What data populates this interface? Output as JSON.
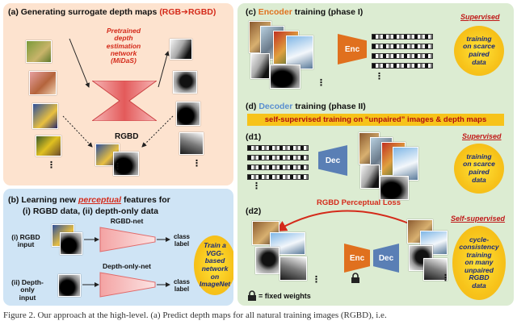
{
  "panel_a": {
    "label": "(a)",
    "title": "Generating surrogate depth maps",
    "title_tag": "(RGB",
    "title_tag2": "RGBD)",
    "arrow_glyph": "➔",
    "model_lines": [
      "Pretrained",
      "depth",
      "estimation",
      "network"
    ],
    "model_name": "(MiDaS)",
    "rgbd_label": "RGBD",
    "dots": "⋮"
  },
  "panel_b": {
    "label": "(b)",
    "title_prefix": "Learning new ",
    "title_emph": "perceptual",
    "title_suffix": " features for",
    "title_line2": "(i) RGBD data, (ii) depth-only data",
    "row1_label": [
      "(i) RGBD",
      "input"
    ],
    "row2_label": [
      "(ii) Depth-only",
      "input"
    ],
    "net1": "RGBD-net",
    "net2": "Depth-only-net",
    "class_label": [
      "class",
      "label"
    ],
    "oval": [
      "Train a",
      "VGG-based",
      "network",
      "on",
      "ImageNet"
    ]
  },
  "panel_c": {
    "label": "(c)",
    "title_hl": "Encoder",
    "title_rest": " training (phase I)",
    "enc": "Enc",
    "tag": "Supervised",
    "oval": [
      "training",
      "on scarce",
      "paired",
      "data"
    ]
  },
  "panel_d": {
    "label": "(d)",
    "title_hl": "Decoder",
    "title_rest": " training (phase II)",
    "banner": "self-supervised training on “unpaired” images & depth maps",
    "d1": "(d1)",
    "d1_dec": "Dec",
    "d1_tag": "Supervised",
    "d1_oval": [
      "training",
      "on scarce",
      "paired",
      "data"
    ],
    "d2": "(d2)",
    "loss": "RGBD Perceptual Loss",
    "d2_enc": "Enc",
    "d2_dec": "Dec",
    "d2_tag": "Self-supervised",
    "d2_oval": [
      "cycle-",
      "consistency",
      "training",
      "on many",
      "unpaired",
      "RGBD",
      "data"
    ],
    "legend": "= fixed weights"
  },
  "caption": "Figure 2.  Our approach at the high-level. (a) Predict depth maps for all natural training images (RGBD), i.e."
}
